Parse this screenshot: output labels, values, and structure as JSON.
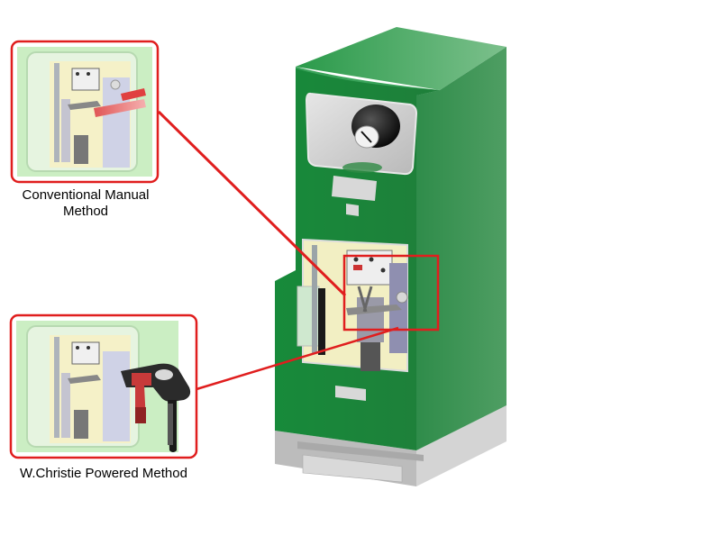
{
  "captions": {
    "manual_line1": "Conventional Manual",
    "manual_line2": "Method",
    "powered": "W.Christie Powered Method"
  },
  "colors": {
    "cabinet_green": "#1f8a3e",
    "cabinet_green_dark": "#167030",
    "cabinet_side": "#5fa36e",
    "base_gray": "#c4c4c4",
    "highlight_red": "#e01e1e",
    "interior_cream": "#f2efc3",
    "mechanism_gray": "#8f8fa0",
    "inset_green_tint": "#cbeec3",
    "tool_dark": "#2b2b2b",
    "tool_red": "#c83a3a"
  },
  "icons": {
    "dial": "rotary-knob-icon",
    "manual_lever": "red-lever-arrow-icon",
    "power_tool": "power-drill-icon"
  }
}
